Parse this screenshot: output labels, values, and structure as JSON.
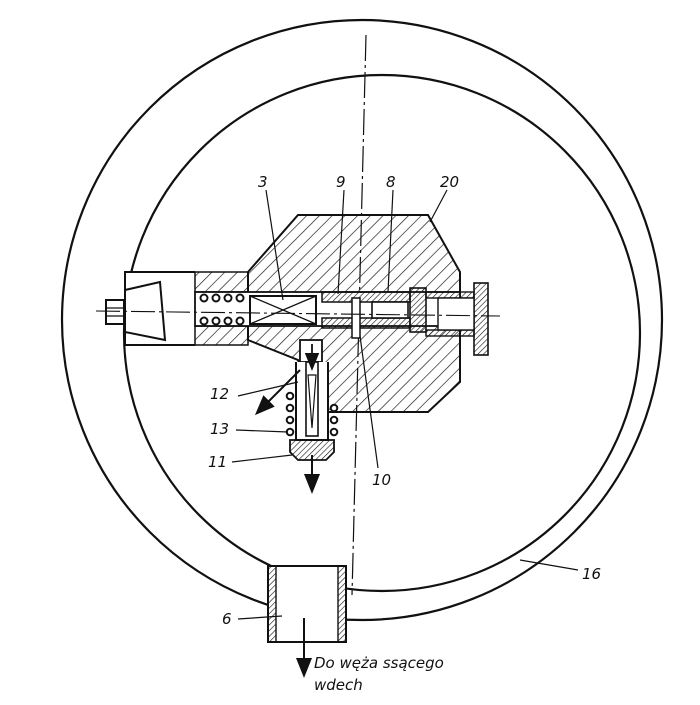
{
  "diagram": {
    "labels": {
      "l3": "3",
      "l9": "9",
      "l8": "8",
      "l20": "20",
      "l12": "12",
      "l13": "13",
      "l11": "11",
      "l10": "10",
      "l16": "16",
      "l6": "6"
    },
    "caption": {
      "line1": "Do węża ssącego",
      "line2": "wdech"
    },
    "colors": {
      "ink": "#111111",
      "paper": "#ffffff"
    }
  }
}
